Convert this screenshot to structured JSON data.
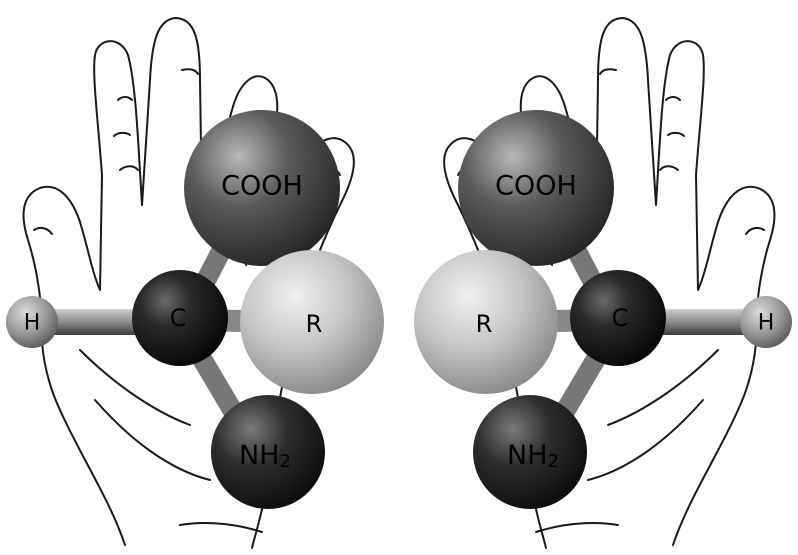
{
  "molecules": {
    "left": {
      "center": "C",
      "carboxyl": "COOH",
      "side_chain": "R",
      "amino": "NH",
      "amino_sub": "2",
      "hydrogen": "H"
    },
    "right": {
      "center": "C",
      "carboxyl": "COOH",
      "side_chain": "R",
      "amino": "NH",
      "amino_sub": "2",
      "hydrogen": "H"
    }
  },
  "colors": {
    "carbon": "#1c1c1c",
    "carboxyl": "#555555",
    "side_chain": "#c4c4c4",
    "amino": "#262626",
    "hydrogen": "#9a9a9a",
    "bond": "#8a8a8a",
    "outline": "#1a1a1a"
  }
}
